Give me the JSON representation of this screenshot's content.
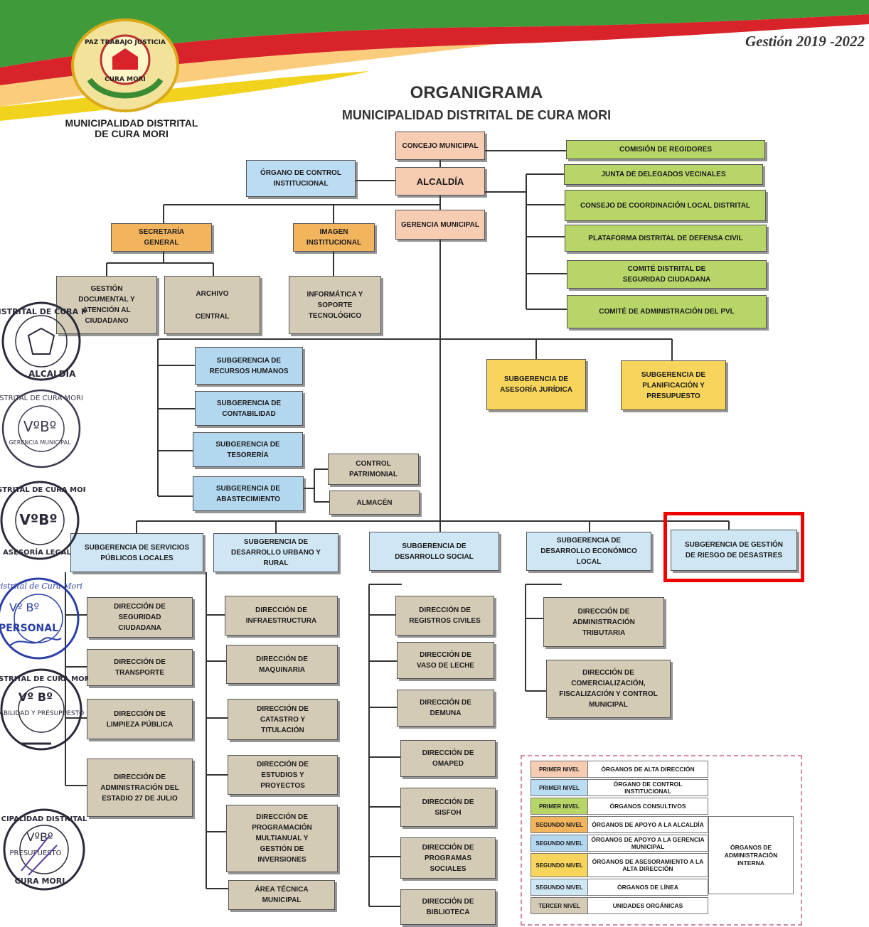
{
  "header": {
    "gestion": "Gestión 2019 -2022",
    "logo_ribbon_top": "PAZ TRABAJO JUSTICIA",
    "logo_ribbon_bottom": "CURA MORI",
    "municipality_line1": "MUNICIPALIDAD DISTRITAL",
    "municipality_line2": "DE CURA MORI",
    "title": "ORGANIGRAMA",
    "subtitle": "MUNICIPALIDAD DISTRITAL DE CURA MORI"
  },
  "colors": {
    "alta_direccion": "#f6ccb3",
    "control_institucional": "#bcdcf3",
    "consultivos": "#b8d568",
    "apoyo_alcaldia": "#f3b45e",
    "apoyo_gerencia": "#b2d7ef",
    "asesoramiento": "#f7d45b",
    "linea": "#cfe6f4",
    "unidades_organicas": "#d4cbb6",
    "highlight": "#ee0000"
  },
  "nodes": {
    "concejo": "CONCEJO MUNICIPAL",
    "alcaldia": "ALCALDÍA",
    "gerencia": "GERENCIA MUNICIPAL",
    "oci": "ÓRGANO DE CONTROL INSTITUCIONAL",
    "comision_regidores": "COMISIÓN DE REGIDORES",
    "junta_delegados": "JUNTA DE DELEGADOS VECINALES",
    "consejo_coordinacion": "CONSEJO DE COORDINACIÓN LOCAL DISTRITAL",
    "plataforma_defensa": "PLATAFORMA DISTRITAL DE DEFENSA CIVIL",
    "comite_seguridad": "COMITÉ DISTRITAL DE SEGURIDAD CIUDADANA",
    "comite_pvl": "COMITÉ DE ADMINISTRACIÓN DEL PVL",
    "secretaria": "SECRETARÍA GENERAL",
    "imagen": "IMAGEN INSTITUCIONAL",
    "gestion_documental": "GESTIÓN DOCUMENTAL Y ATENCIÓN AL CIUDADANO",
    "archivo_l1": "ARCHIVO",
    "archivo_l2": "CENTRAL",
    "informatica": "INFORMÁTICA Y SOPORTE TECNOLÓGICO",
    "rrhh": "SUBGERENCIA DE RECURSOS HUMANOS",
    "contabilidad": "SUBGERENCIA DE CONTABILIDAD",
    "tesoreria": "SUBGERENCIA DE TESORERÍA",
    "abastecimiento": "SUBGERENCIA DE ABASTECIMIENTO",
    "control_patrimonial": "CONTROL PATRIMONIAL",
    "almacen": "ALMACÉN",
    "asesoria_juridica": "SUBGERENCIA DE ASESORÍA JURÍDICA",
    "planificacion": "SUBGERENCIA DE PLANIFICACIÓN Y PRESUPUESTO",
    "servicios_publicos": "SUBGERENCIA DE SERVICIOS PÚBLICOS LOCALES",
    "desarrollo_urbano": "SUBGERENCIA DE DESARROLLO URBANO Y RURAL",
    "desarrollo_social": "SUBGERENCIA DE DESARROLLO SOCIAL",
    "desarrollo_economico": "SUBGERENCIA DE DESARROLLO ECONÓMICO LOCAL",
    "gestion_riesgo": "SUBGERENCIA DE GESTIÓN DE RIESGO DE DESASTRES",
    "seguridad_ciudadana": "DIRECCIÓN DE SEGURIDAD CIUDADANA",
    "transporte": "DIRECCIÓN DE TRANSPORTE",
    "limpieza": "DIRECCIÓN DE LIMPIEZA PÚBLICA",
    "estadio": "DIRECCIÓN DE ADMINISTRACIÓN DEL ESTADIO 27 DE JULIO",
    "infraestructura": "DIRECCIÓN DE INFRAESTRUCTURA",
    "maquinaria": "DIRECCIÓN DE MAQUINARIA",
    "catastro": "DIRECCIÓN DE CATASTRO Y TITULACIÓN",
    "estudios": "DIRECCIÓN DE ESTUDIOS Y PROYECTOS",
    "programacion": "DIRECCIÓN DE PROGRAMACIÓN MULTIANUAL Y GESTIÓN DE INVERSIONES",
    "area_tecnica": "ÁREA TÉCNICA MUNICIPAL",
    "registros_civiles": "DIRECCIÓN DE REGISTROS CIVILES",
    "vaso_leche": "DIRECCIÓN DE VASO DE LECHE",
    "demuna": "DIRECCIÓN DE DEMUNA",
    "omaped": "DIRECCIÓN DE OMAPED",
    "sisfoh": "DIRECCIÓN DE SISFOH",
    "programas_sociales": "DIRECCIÓN DE PROGRAMAS SOCIALES",
    "biblioteca": "DIRECCIÓN DE BIBLIOTECA",
    "admin_tributaria": "DIRECCIÓN DE ADMINISTRACIÓN TRIBUTARIA",
    "comercializacion": "DIRECCIÓN DE COMERCIALIZACIÓN, FISCALIZACIÓN Y CONTROL MUNICIPAL"
  },
  "legend": {
    "rows": [
      {
        "level": "PRIMER NIVEL",
        "label": "ÓRGANOS DE ALTA DIRECCIÓN"
      },
      {
        "level": "PRIMER NIVEL",
        "label": "ÓRGANO DE CONTROL INSTITUCIONAL"
      },
      {
        "level": "PRIMER NIVEL",
        "label": "ÓRGANOS CONSULTIVOS"
      },
      {
        "level": "SEGUNDO NIVEL",
        "label": "ÓRGANOS DE APOYO A LA ALCALDÍA"
      },
      {
        "level": "SEGUNDO NIVEL",
        "label": "ÓRGANOS DE APOYO A LA GERENCIA MUNICIPAL"
      },
      {
        "level": "SEGUNDO NIVEL",
        "label": "ÓRGANOS DE ASESORAMIENTO A LA ALTA DIRECCIÓN"
      },
      {
        "level": "SEGUNDO NIVEL",
        "label": "ÓRGANOS DE LÍNEA"
      },
      {
        "level": "TERCER NIVEL",
        "label": "UNIDADES ORGÁNICAS"
      }
    ],
    "group_label": "ÓRGANOS DE ADMINISTRACIÓN INTERNA"
  },
  "stamps": [
    {
      "line1": "AL DISTRITAL DE CURA MORI",
      "line2": "ALCALDIA"
    },
    {
      "line1": "STRITAL DE CURA MORI",
      "vb": "VºBº",
      "line2": "GERENCIA MUNICIPAL"
    },
    {
      "line1": "DISTRITAL DE CURA MORI",
      "vb": "VºBº",
      "line2": "ASESORÍA LEGAL"
    },
    {
      "line1": "Distrital de Cura Mori",
      "vb": "Vº Bº",
      "line2": "PERSONAL"
    },
    {
      "line1": "DISTRITAL DE CURA MORI",
      "vb": "Vº Bº",
      "line2": "CONTABILIDAD Y PRESUPUESTO"
    },
    {
      "line1": "CIPALIDAD DISTRITAL",
      "vb": "VºBº",
      "line2": "PRESUPUESTO",
      "line3": "CURA MORI"
    }
  ]
}
